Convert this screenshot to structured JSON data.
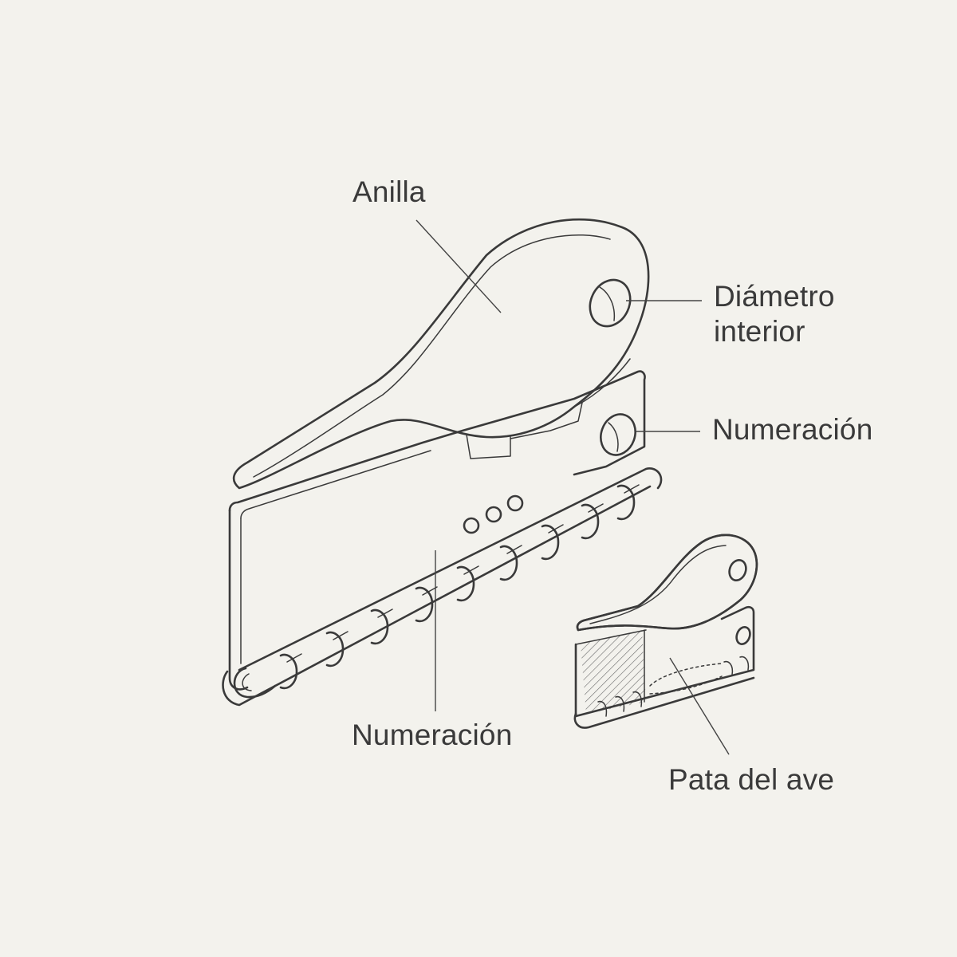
{
  "labels": {
    "ring": "Anilla",
    "inner_diameter_line1": "Diámetro",
    "inner_diameter_line2": "interior",
    "numbering_right": "Numeración",
    "numbering_bottom": "Numeración",
    "bird_leg": "Pata del ave"
  },
  "colors": {
    "background": "#f3f2ed",
    "line": "#3a3a3a",
    "hatch": "#6a6a6a"
  }
}
